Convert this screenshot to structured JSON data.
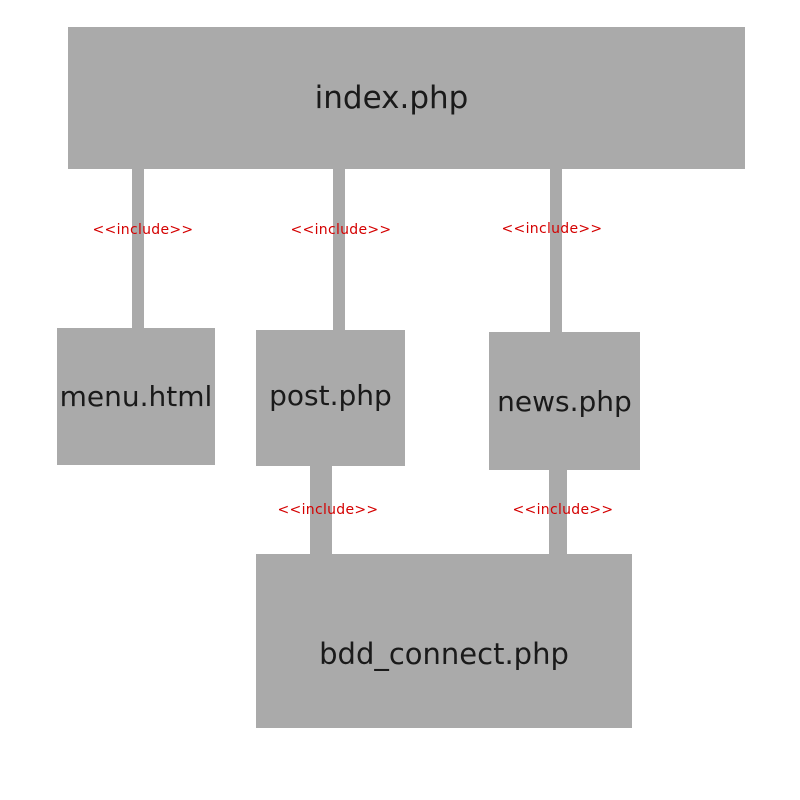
{
  "colors": {
    "box": "#aaaaaa",
    "text": "#1a1a1a",
    "edge_label": "#d40000"
  },
  "nodes": {
    "index": {
      "label": "index.php"
    },
    "menu": {
      "label": "menu.html"
    },
    "post": {
      "label": "post.php"
    },
    "news": {
      "label": "news.php"
    },
    "bdd": {
      "label": "bdd_connect.php"
    }
  },
  "edges": [
    {
      "from": "index",
      "to": "menu",
      "label": "<<include>>"
    },
    {
      "from": "index",
      "to": "post",
      "label": "<<include>>"
    },
    {
      "from": "index",
      "to": "news",
      "label": "<<include>>"
    },
    {
      "from": "post",
      "to": "bdd",
      "label": "<<include>>"
    },
    {
      "from": "news",
      "to": "bdd",
      "label": "<<include>>"
    }
  ]
}
